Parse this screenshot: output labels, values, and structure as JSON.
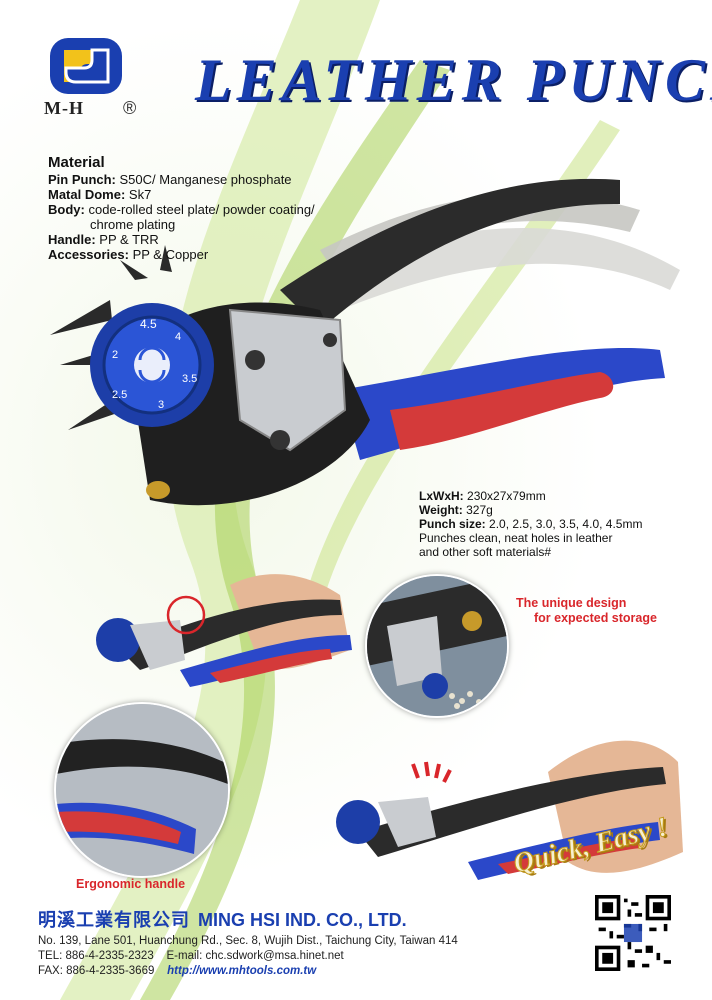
{
  "brand": {
    "logo_text": "M-H",
    "registered": "®",
    "headline": "LEATHER PUNCH",
    "colors": {
      "brand_blue": "#1a3fb0",
      "accent_red": "#d9262b",
      "logo_yellow": "#f2c21b"
    }
  },
  "material": {
    "title": "Material",
    "pin_punch_label": "Pin Punch:",
    "pin_punch_value": "S50C/ Manganese phosphate",
    "dome_label": "Matal Dome:",
    "dome_value": "Sk7",
    "body_label": "Body:",
    "body_value": "code-rolled steel plate/ powder coating/",
    "body_value_2": "chrome plating",
    "handle_label": "Handle:",
    "handle_value": "PP & TRR",
    "accessories_label": "Accessories:",
    "accessories_value": "PP & Copper"
  },
  "dial": {
    "sizes": [
      "4.5",
      "4",
      "3.5",
      "3",
      "2.5",
      "2"
    ]
  },
  "specs": {
    "dims_label": "LxWxH:",
    "dims_value": "230x27x79mm",
    "weight_label": "Weight:",
    "weight_value": "327g",
    "punch_label": "Punch size:",
    "punch_value": "2.0, 2.5, 3.0, 3.5, 4.0, 4.5mm",
    "desc_1": "Punches clean, neat holes in leather",
    "desc_2": "and other soft materials#"
  },
  "captions": {
    "unique_1": "The unique design",
    "unique_2": "for expected storage",
    "ergonomic": "Ergonomic handle",
    "quick": "Quick, Easy !"
  },
  "company": {
    "name_zh": "明溪工業有限公司",
    "name_en": "MING HSI IND. CO., LTD.",
    "address": "No. 139, Lane 501, Huanchung Rd., Sec. 8, Wujih Dist., Taichung City, Taiwan 414",
    "tel": "TEL: 886-4-2335-2323",
    "email": "E-mail: chc.sdwork@msa.hinet.net",
    "fax": "FAX: 886-4-2335-3669",
    "url": "http://www.mhtools.com.tw"
  }
}
